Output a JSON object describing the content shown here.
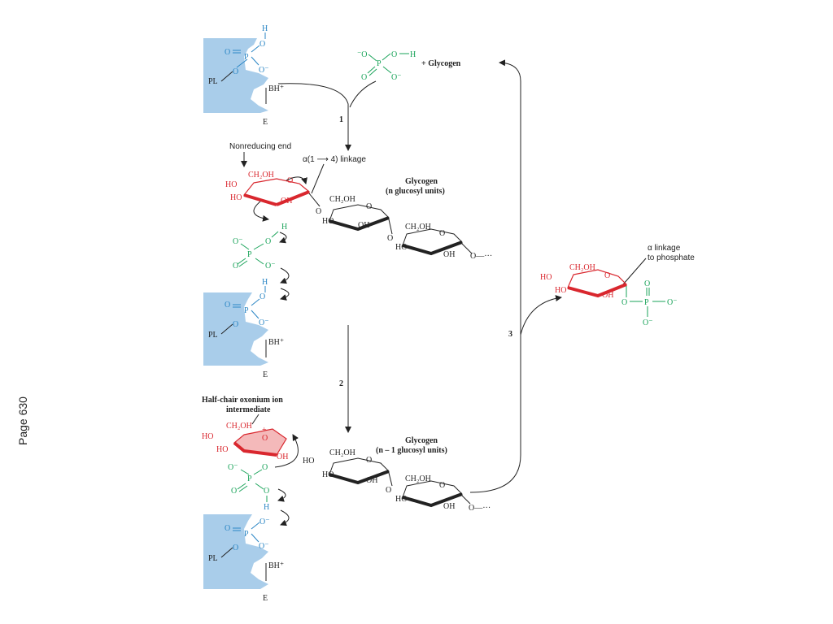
{
  "page": {
    "label": "Page 630"
  },
  "colors": {
    "enzyme": "#a9cdea",
    "glucose": "#d9272e",
    "phosphate": "#1aa35a",
    "proton": "#2b86c5",
    "text": "#222222"
  },
  "enzyme": {
    "pl": "PL",
    "bh": "BH⁺",
    "e": "E"
  },
  "phosphate_group": {
    "h": "H",
    "o": "O",
    "p": "P",
    "o_minus": "O⁻"
  },
  "free_phosphate": {
    "o_minus": "⁻O",
    "o": "O",
    "h": "H",
    "p": "P",
    "o_minus2": "O⁻"
  },
  "plus_glycogen": "+ Glycogen",
  "steps": {
    "s1": "1",
    "s2": "2",
    "s3": "3"
  },
  "labels": {
    "nonreducing_end": "Nonreducing end",
    "alpha_linkage": "α(1 ⟶ 4) linkage",
    "glycogen_n": "Glycogen",
    "glycogen_n_sub": "(n glucosyl units)",
    "glycogen_n1": "Glycogen",
    "glycogen_n1_sub": "(n – 1 glucosyl units)",
    "half_chair": "Half-chair oxonium ion",
    "half_chair_sub": "intermediate",
    "alpha_linkage_phosphate": "α linkage",
    "alpha_linkage_phosphate_sub": "to phosphate"
  },
  "sugar": {
    "ch2oh": "CH₂OH",
    "ho": "HO",
    "oh": "OH",
    "o": "O",
    "ellipsis": "O—···",
    "plus": "+"
  }
}
